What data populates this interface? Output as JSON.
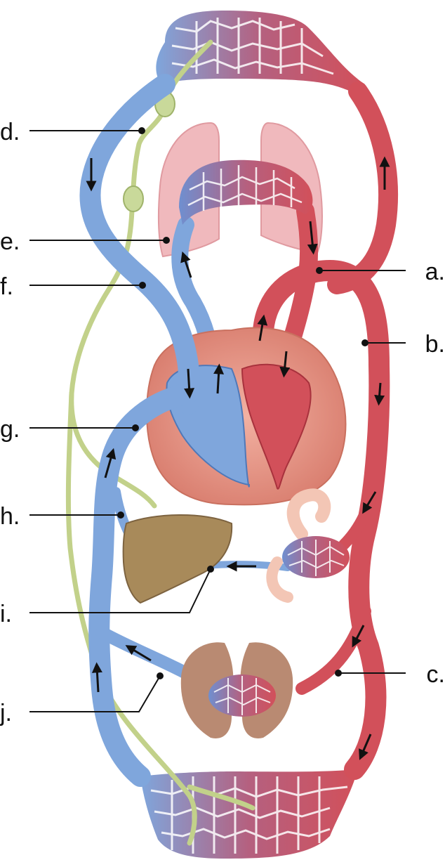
{
  "labels": {
    "a": "a.",
    "b": "b.",
    "c": "c.",
    "d": "d.",
    "e": "e.",
    "f": "f.",
    "g": "g.",
    "h": "h.",
    "i": "i.",
    "j": "j."
  },
  "colors": {
    "vein_blue": "#7fa6dc",
    "vein_blue_dark": "#4f78b8",
    "artery_red": "#d2505a",
    "artery_red_dark": "#a8323d",
    "capillary_purple": "#b5607f",
    "lymph_green": "#c2d18a",
    "lung_pink": "#f0b9bd",
    "heart_muscle": "#e58f80",
    "liver_brown": "#a88a5a",
    "kidney_brown": "#b98a72",
    "intestine_pink": "#f3c6b5",
    "leader_line": "#111111"
  }
}
